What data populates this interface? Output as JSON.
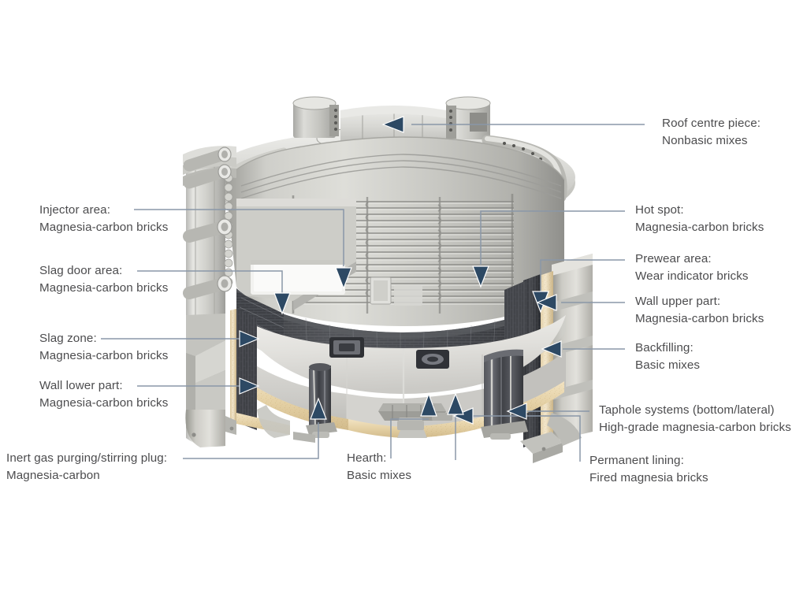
{
  "diagram": {
    "subject": "Electric arc furnace refractory lining cutaway",
    "background_color": "#ffffff",
    "text_color": "#4c4c4e",
    "leader_line_color": "#8a97a8",
    "arrow_color": "#2d4964"
  },
  "labels": [
    {
      "id": "roof-centre-piece",
      "side": "right",
      "title": "Roof centre piece:",
      "material": "Nonbasic mixes"
    },
    {
      "id": "hot-spot",
      "side": "right",
      "title": "Hot spot:",
      "material": "Magnesia-carbon bricks"
    },
    {
      "id": "prewear-area",
      "side": "right",
      "title": "Prewear area:",
      "material": "Wear indicator bricks"
    },
    {
      "id": "wall-upper-part",
      "side": "right",
      "title": "Wall upper part:",
      "material": "Magnesia-carbon bricks"
    },
    {
      "id": "backfilling",
      "side": "right",
      "title": "Backfilling:",
      "material": "Basic mixes"
    },
    {
      "id": "taphole-systems",
      "side": "right",
      "title": "Taphole systems (bottom/lateral)",
      "material": "High-grade magnesia-carbon bricks"
    },
    {
      "id": "permanent-lining",
      "side": "right",
      "title": "Permanent lining:",
      "material": "Fired magnesia bricks"
    },
    {
      "id": "injector-area",
      "side": "left",
      "title": "Injector area:",
      "material": "Magnesia-carbon bricks"
    },
    {
      "id": "slag-door-area",
      "side": "left",
      "title": "Slag door area:",
      "material": "Magnesia-carbon bricks"
    },
    {
      "id": "slag-zone",
      "side": "left",
      "title": "Slag zone:",
      "material": "Magnesia-carbon bricks"
    },
    {
      "id": "wall-lower-part",
      "side": "left",
      "title": "Wall lower part:",
      "material": "Magnesia-carbon bricks"
    },
    {
      "id": "inert-gas-purging-plug",
      "side": "bottom",
      "title": "Inert gas purging/stirring plug:",
      "material": "Magnesia-carbon"
    },
    {
      "id": "hearth",
      "side": "bottom",
      "title": "Hearth:",
      "material": "Basic mixes"
    }
  ]
}
